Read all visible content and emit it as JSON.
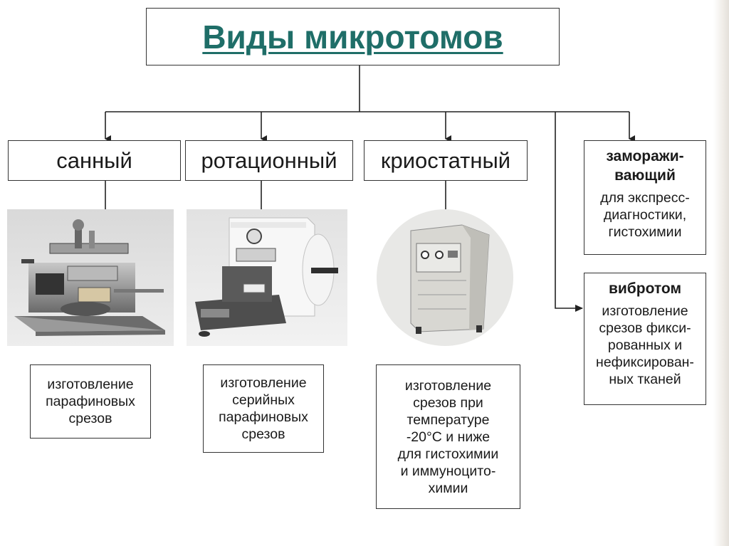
{
  "title": "Виды микротомов",
  "types": [
    {
      "label": "санный",
      "description": "изготовление парафиновых срезов"
    },
    {
      "label": "ротационный",
      "description": "изготовление серийных парафиновых срезов"
    },
    {
      "label": "криостатный",
      "description": "изготовление срезов при температуре -20°C и ниже для гистохимии и иммуноцито-химии"
    }
  ],
  "side_types": [
    {
      "label_lines": [
        "заморажи-",
        "вающий"
      ],
      "description_lines": [
        "для экспресс-",
        "диагностики,",
        "гистохимии"
      ]
    },
    {
      "label_lines": [
        "вибротом"
      ],
      "description_lines": [
        "изготовление",
        "срезов фикси-",
        "рованных и",
        "нефиксирован-",
        "ных тканей"
      ]
    }
  ],
  "desc_lines": [
    [
      "изготовление",
      "парафиновых",
      "срезов"
    ],
    [
      "изготовление",
      "серийных",
      "парафиновых",
      "срезов"
    ],
    [
      "изготовление",
      "срезов при",
      "температуре",
      "-20°C и ниже",
      "для гистохимии",
      "и иммуноцито-",
      "химии"
    ]
  ],
  "colors": {
    "title": "#1f6e68",
    "border": "#333333",
    "line": "#222222"
  },
  "photos": [
    "sledge-microtome-photo",
    "rotary-microtome-photo",
    "cryostat-photo"
  ]
}
